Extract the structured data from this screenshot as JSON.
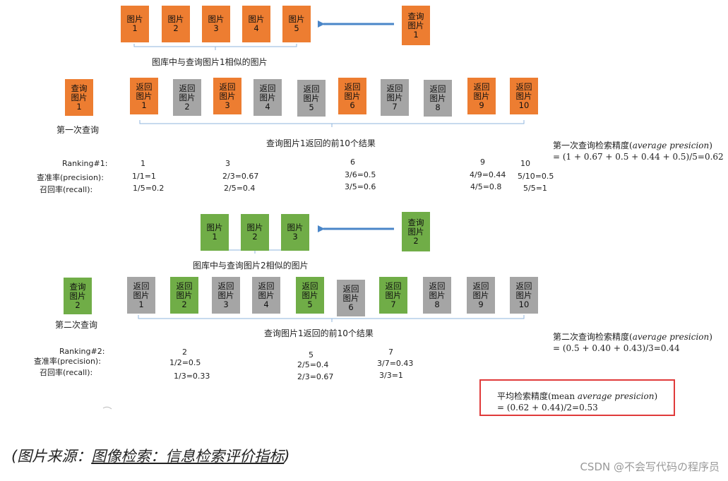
{
  "colors": {
    "orange": "#ed7d31",
    "gray": "#a5a5a5",
    "green": "#70ad47",
    "arrow": "#4a86c8",
    "highlight": "#e03a3a"
  },
  "query1": {
    "gallery": [
      {
        "l1": "图片",
        "l2": "1"
      },
      {
        "l1": "图片",
        "l2": "2"
      },
      {
        "l1": "图片",
        "l2": "3"
      },
      {
        "l1": "图片",
        "l2": "4"
      },
      {
        "l1": "图片",
        "l2": "5"
      }
    ],
    "query_box": {
      "l1": "查询",
      "l2": "图片",
      "l3": "1"
    },
    "gallery_caption": "图库中与查询图片1相似的图片",
    "side_query": {
      "l1": "查询",
      "l2": "图片",
      "l3": "1"
    },
    "side_label": "第一次查询",
    "results": [
      {
        "l1": "返回",
        "l2": "图片",
        "l3": "1",
        "relevant": true
      },
      {
        "l1": "返回",
        "l2": "图片",
        "l3": "2",
        "relevant": false
      },
      {
        "l1": "返回",
        "l2": "图片",
        "l3": "3",
        "relevant": true
      },
      {
        "l1": "返回",
        "l2": "图片",
        "l3": "4",
        "relevant": false
      },
      {
        "l1": "返回",
        "l2": "图片",
        "l3": "5",
        "relevant": false
      },
      {
        "l1": "返回",
        "l2": "图片",
        "l3": "6",
        "relevant": true
      },
      {
        "l1": "返回",
        "l2": "图片",
        "l3": "7",
        "relevant": false
      },
      {
        "l1": "返回",
        "l2": "图片",
        "l3": "8",
        "relevant": false
      },
      {
        "l1": "返回",
        "l2": "图片",
        "l3": "9",
        "relevant": true
      },
      {
        "l1": "返回",
        "l2": "图片",
        "l3": "10",
        "relevant": true
      }
    ],
    "results_caption": "查询图片1返回的前10个结果",
    "ranking_label": "Ranking#1:",
    "precision_label": "查准率(precision):",
    "recall_label": "召回率(recall):",
    "ranks": [
      "1",
      "3",
      "6",
      "9",
      "10"
    ],
    "precisions": [
      "1/1=1",
      "2/3=0.67",
      "3/6=0.5",
      "4/9=0.44",
      "5/10=0.5"
    ],
    "recalls": [
      "1/5=0.2",
      "2/5=0.4",
      "3/5=0.6",
      "4/5=0.8",
      "5/5=1"
    ],
    "ap_title_prefix": "第一次查询检索精度(",
    "ap_title_italic": "average presicion",
    "ap_title_suffix": ")",
    "ap_formula": "= (1 + 0.67 + 0.5 + 0.44 + 0.5)/5=0.62"
  },
  "query2": {
    "gallery": [
      {
        "l1": "图片",
        "l2": "1"
      },
      {
        "l1": "图片",
        "l2": "2"
      },
      {
        "l1": "图片",
        "l2": "3"
      }
    ],
    "query_box": {
      "l1": "查询",
      "l2": "图片",
      "l3": "2"
    },
    "gallery_caption": "图库中与查询图片2相似的图片",
    "side_query": {
      "l1": "查询",
      "l2": "图片",
      "l3": "2"
    },
    "side_label": "第二次查询",
    "results": [
      {
        "l1": "返回",
        "l2": "图片",
        "l3": "1",
        "relevant": false
      },
      {
        "l1": "返回",
        "l2": "图片",
        "l3": "2",
        "relevant": true
      },
      {
        "l1": "返回",
        "l2": "图片",
        "l3": "3",
        "relevant": false
      },
      {
        "l1": "返回",
        "l2": "图片",
        "l3": "4",
        "relevant": false
      },
      {
        "l1": "返回",
        "l2": "图片",
        "l3": "5",
        "relevant": true
      },
      {
        "l1": "返回",
        "l2": "图片",
        "l3": "6",
        "relevant": false
      },
      {
        "l1": "返回",
        "l2": "图片",
        "l3": "7",
        "relevant": true
      },
      {
        "l1": "返回",
        "l2": "图片",
        "l3": "8",
        "relevant": false
      },
      {
        "l1": "返回",
        "l2": "图片",
        "l3": "9",
        "relevant": false
      },
      {
        "l1": "返回",
        "l2": "图片",
        "l3": "10",
        "relevant": false
      }
    ],
    "results_caption": "查询图片1返回的前10个结果",
    "ranking_label": "Ranking#2:",
    "precision_label": "查准率(precision):",
    "recall_label": "召回率(recall):",
    "ranks": [
      "2",
      "5",
      "7"
    ],
    "precisions": [
      "1/2=0.5",
      "2/5=0.4",
      "3/7=0.43"
    ],
    "recalls": [
      "1/3=0.33",
      "2/3=0.67",
      "3/3=1"
    ],
    "ap_title_prefix": "第二次查询检索精度(",
    "ap_title_italic": "average presicion",
    "ap_title_suffix": ")",
    "ap_formula": "= (0.5 + 0.40 + 0.43)/3=0.44"
  },
  "map": {
    "title_prefix": "平均检索精度(mean ",
    "title_italic": "average presicion",
    "title_suffix": ")",
    "formula": "= (0.62 + 0.44)/2=0.53"
  },
  "caption": {
    "prefix": "(图片来源：",
    "link1": "图像检索：信息检索评价指标",
    "suffix": ")"
  },
  "watermark": "CSDN @不会写代码の程序员"
}
